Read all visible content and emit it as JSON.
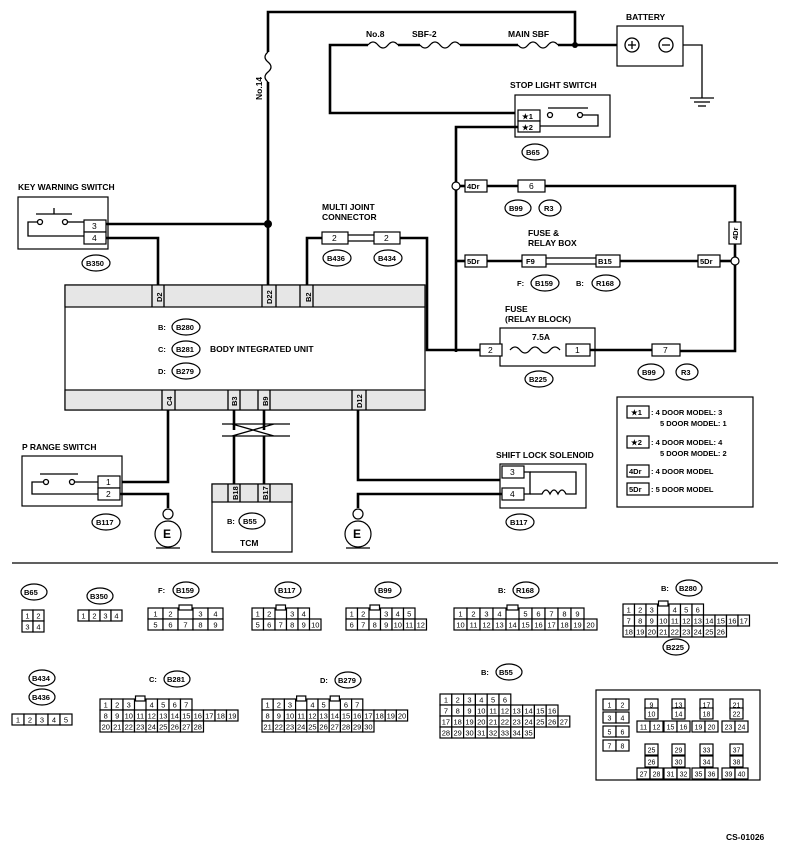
{
  "title": "",
  "labels": {
    "battery": "BATTERY",
    "fuse_no8": "No.8",
    "sbf2": "SBF-2",
    "main_sbf": "MAIN SBF",
    "fuse_no14": "No.14",
    "stop_light_switch": "STOP LIGHT SWITCH",
    "key_warning_switch": "KEY WARNING SWITCH",
    "multi_joint_1": "MULTI JOINT",
    "multi_joint_2": "CONNECTOR",
    "fuse_relay_box_1": "FUSE &",
    "fuse_relay_box_2": "RELAY BOX",
    "fuse_relay_block_1": "FUSE",
    "fuse_relay_block_2": "(RELAY BLOCK)",
    "fuse_rating": "7.5A",
    "body_integrated_unit": "BODY INTEGRATED UNIT",
    "p_range_switch": "P RANGE SWITCH",
    "shift_lock_solenoid": "SHIFT LOCK SOLENOID",
    "tcm": "TCM",
    "ground": "E",
    "drawing_code": "CS-01026"
  },
  "connectors": {
    "b65": "B65",
    "b99": "B99",
    "r3": "R3",
    "b350": "B350",
    "b436": "B436",
    "b434": "B434",
    "b159": "B159",
    "r168": "R168",
    "b225": "B225",
    "b280": "B280",
    "b281": "B281",
    "b279": "B279",
    "b117": "B117",
    "b55": "B55"
  },
  "prefixes": {
    "b": "B:",
    "c": "C:",
    "d": "D:",
    "f": "F:"
  },
  "terminals": {
    "star1": "★1",
    "star2": "★2",
    "dr4": "4Dr",
    "dr5": "5Dr",
    "f9": "F9",
    "b15": "B15",
    "p6": "6",
    "p3": "3",
    "p4": "4",
    "p2": "2",
    "p1": "1",
    "p7": "7",
    "d2": "D2",
    "d22": "D22",
    "b2": "B2",
    "c4": "C4",
    "b3": "B3",
    "b9": "B9",
    "d12": "D12",
    "b18": "B18",
    "b17": "B17"
  },
  "legend": [
    {
      "key": "★1",
      "line1": ": 4 DOOR MODEL: 3",
      "line2": "5 DOOR MODEL: 1"
    },
    {
      "key": "★2",
      "line1": ": 4 DOOR MODEL: 4",
      "line2": "5 DOOR MODEL: 2"
    },
    {
      "key": "4Dr",
      "line1": ": 4 DOOR MODEL",
      "line2": ""
    },
    {
      "key": "5Dr",
      "line1": ": 5 DOOR MODEL",
      "line2": ""
    }
  ],
  "connector_views": {
    "b65": {
      "rows": [
        [
          "1",
          "2"
        ],
        [
          "3",
          "4"
        ]
      ]
    },
    "b350": {
      "rows": [
        [
          "1",
          "2",
          "3",
          "4"
        ]
      ]
    },
    "b159": {
      "rows": [
        [
          "1",
          "2",
          "",
          "3",
          "4"
        ],
        [
          "5",
          "6",
          "7",
          "8",
          "9"
        ]
      ]
    },
    "b117": {
      "rows": [
        [
          "1",
          "2",
          "",
          "3",
          "4"
        ],
        [
          "5",
          "6",
          "7",
          "8",
          "9",
          "10"
        ]
      ]
    },
    "b99": {
      "rows": [
        [
          "1",
          "2",
          "",
          "3",
          "4",
          "5"
        ],
        [
          "6",
          "7",
          "8",
          "9",
          "10",
          "11",
          "12"
        ]
      ]
    },
    "r168": {
      "rows": [
        [
          "1",
          "2",
          "3",
          "4",
          "",
          "5",
          "6",
          "7",
          "8",
          "9"
        ],
        [
          "10",
          "11",
          "12",
          "13",
          "14",
          "15",
          "16",
          "17",
          "18",
          "19",
          "20"
        ]
      ]
    },
    "b280": {
      "rows": [
        [
          "1",
          "2",
          "3",
          "",
          "4",
          "5",
          "6"
        ],
        [
          "7",
          "8",
          "9",
          "10",
          "11",
          "12",
          "13",
          "14",
          "15",
          "16",
          "17"
        ],
        [
          "18",
          "19",
          "20",
          "21",
          "22",
          "23",
          "24",
          "25",
          "26"
        ]
      ]
    },
    "b436": {
      "rows": [
        [
          "1",
          "2",
          "3",
          "4",
          "5"
        ]
      ]
    },
    "b281": {
      "rows": [
        [
          "1",
          "2",
          "3",
          "",
          "4",
          "5",
          "6",
          "7"
        ],
        [
          "8",
          "9",
          "10",
          "11",
          "12",
          "13",
          "14",
          "15",
          "16",
          "17",
          "18",
          "19"
        ],
        [
          "20",
          "21",
          "22",
          "23",
          "24",
          "25",
          "26",
          "27",
          "28"
        ]
      ]
    },
    "b279": {
      "rows": [
        [
          "1",
          "2",
          "3",
          "",
          "4",
          "5",
          "",
          "6",
          "7"
        ],
        [
          "8",
          "9",
          "10",
          "11",
          "12",
          "13",
          "14",
          "15",
          "16",
          "17",
          "18",
          "19",
          "20"
        ],
        [
          "21",
          "22",
          "23",
          "24",
          "25",
          "26",
          "27",
          "28",
          "29",
          "30"
        ]
      ]
    },
    "b55": {
      "rows": [
        [
          "1",
          "2",
          "3",
          "4",
          "5",
          "6"
        ],
        [
          "7",
          "8",
          "9",
          "10",
          "11",
          "12",
          "13",
          "14",
          "15",
          "16"
        ],
        [
          "17",
          "18",
          "19",
          "20",
          "21",
          "22",
          "23",
          "24",
          "25",
          "26",
          "27"
        ],
        [
          "28",
          "29",
          "30",
          "31",
          "32",
          "33",
          "34",
          "35"
        ]
      ]
    },
    "b225": {
      "cells": [
        "1",
        "2",
        "3",
        "4",
        "5",
        "6",
        "7",
        "8",
        "9",
        "10",
        "11",
        "12",
        "13",
        "14",
        "15",
        "16",
        "17",
        "18",
        "19",
        "20",
        "21",
        "22",
        "23",
        "24",
        "25",
        "26",
        "27",
        "28",
        "29",
        "30",
        "31",
        "32",
        "33",
        "34",
        "35",
        "36",
        "37",
        "38",
        "39",
        "40"
      ]
    }
  }
}
